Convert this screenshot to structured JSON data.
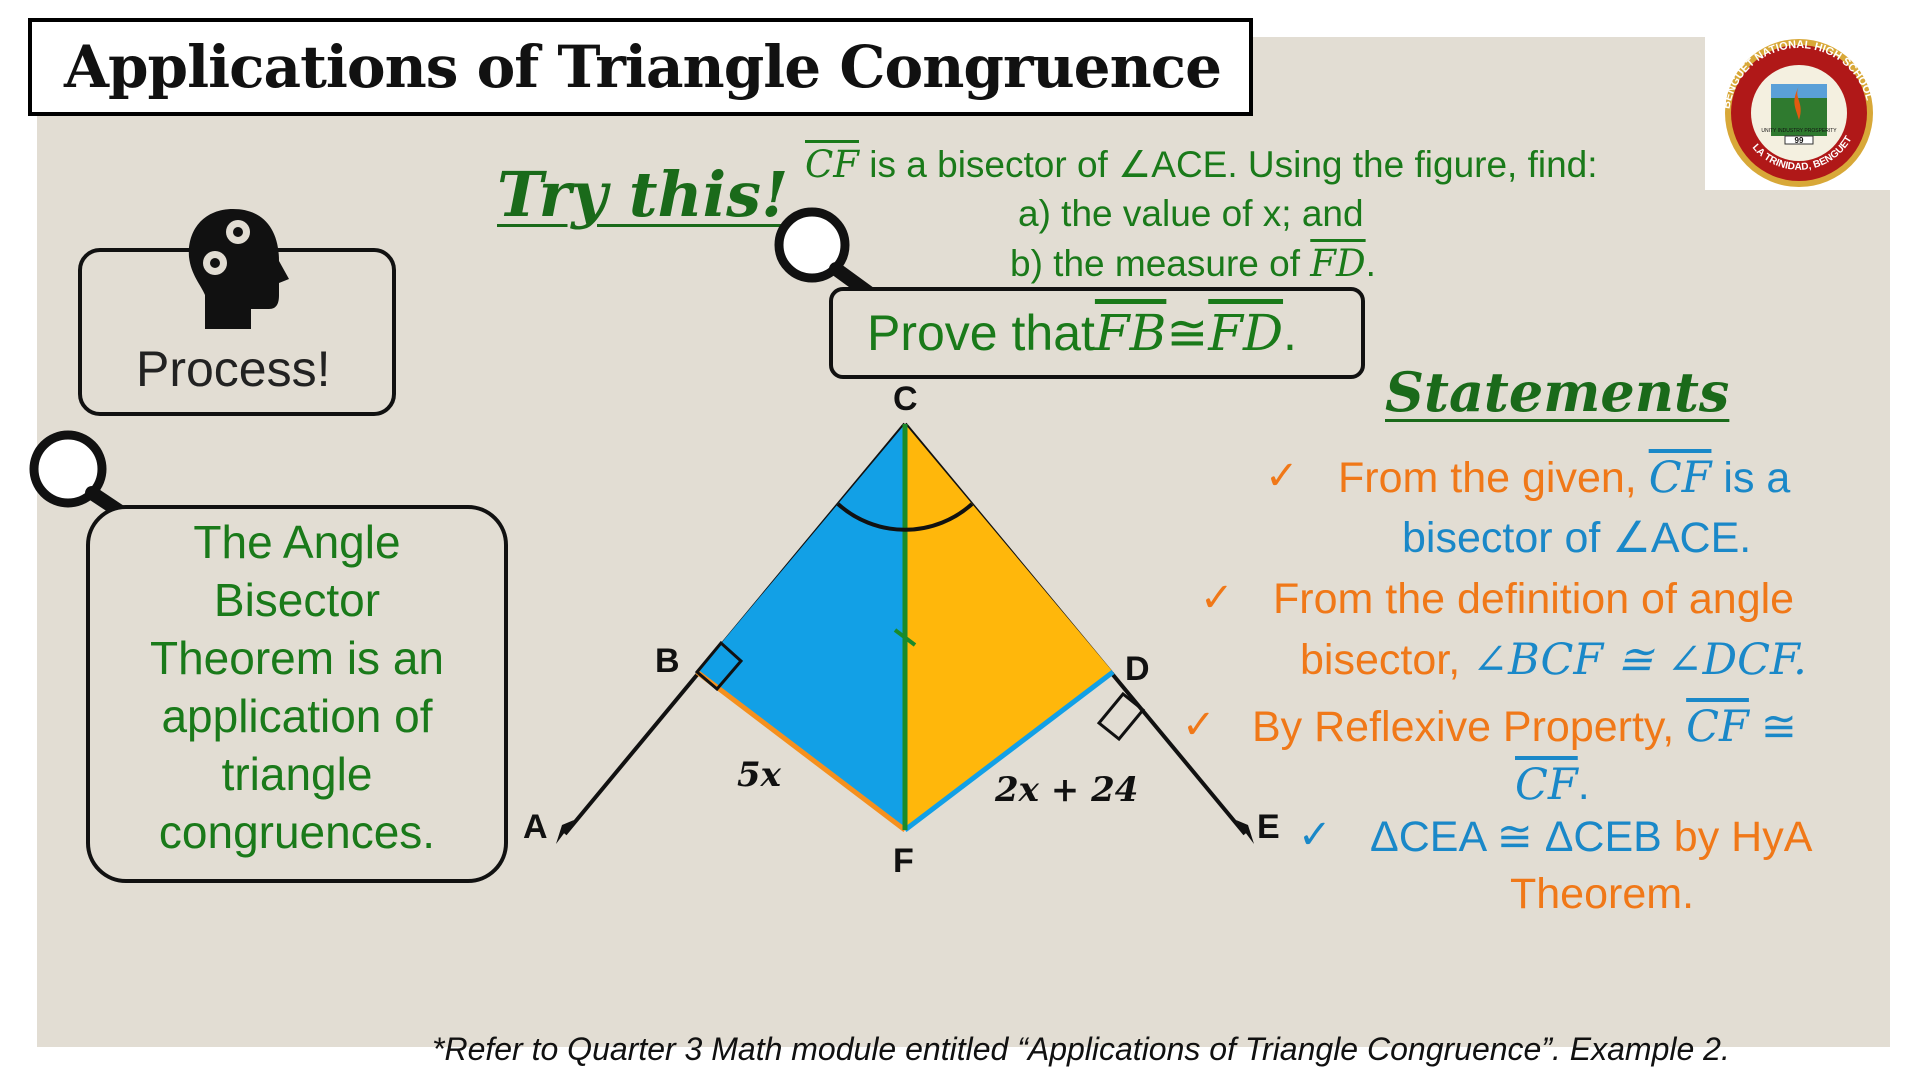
{
  "title": "Applications of Triangle Congruence",
  "logo": {
    "top_text": "BENGUET NATIONAL HIGH SCHOOL",
    "bottom_text": "LA TRINIDAD, BENGUET",
    "motto": "UNITY INDUSTRY PROSPERITY",
    "year": "99"
  },
  "try_this": "Try this!",
  "task": {
    "seg": "CF",
    "line1_rest": " is a bisector of ∠ACE. Using the figure, find:",
    "a": "a)   the value of x; and",
    "b_prefix": "b)   the measure of ",
    "b_seg": "FD",
    "b_suffix": "."
  },
  "prove": {
    "prefix": "Prove that ",
    "seg1": "FB",
    "cong": " ≅ ",
    "seg2": "FD",
    "suffix": "."
  },
  "process_label": "Process!",
  "abt_lines": [
    "The Angle",
    "Bisector",
    "Theorem is an",
    "application of",
    "triangle",
    "congruences."
  ],
  "statements_heading": "Statements",
  "checkmark": "✓",
  "statements": {
    "s1_a": "From the given, ",
    "s1_seg": "CF",
    "s1_b": " is a",
    "s1_c": "bisector of ∠ACE.",
    "s2_a": "From the definition of angle",
    "s2_b": "bisector, ",
    "s2_c": "∠BCF ≅  ∠DCF.",
    "s3_a": "By Reflexive Property, ",
    "s3_seg1": "CF",
    "s3_cong": " ≅",
    "s3_seg2": "CF",
    "s3_dot": ".",
    "s4_a": "ΔCEA ≅ ΔCEB",
    "s4_b": " by HyA",
    "s4_c": "Theorem."
  },
  "figure": {
    "labels": {
      "C": "C",
      "B": "B",
      "D": "D",
      "A": "A",
      "E": "E",
      "F": "F"
    },
    "fb_expr": "5x",
    "fd_expr": "2x + 24",
    "colors": {
      "left": "#12a0e6",
      "right": "#ffb70b",
      "bisector": "#1a8a2a",
      "orange_edge": "#f5901e",
      "blue_edge": "#12a0e6"
    }
  },
  "footnote": "*Refer to Quarter 3 Math module entitled “Applications of Triangle Congruence”. Example 2."
}
